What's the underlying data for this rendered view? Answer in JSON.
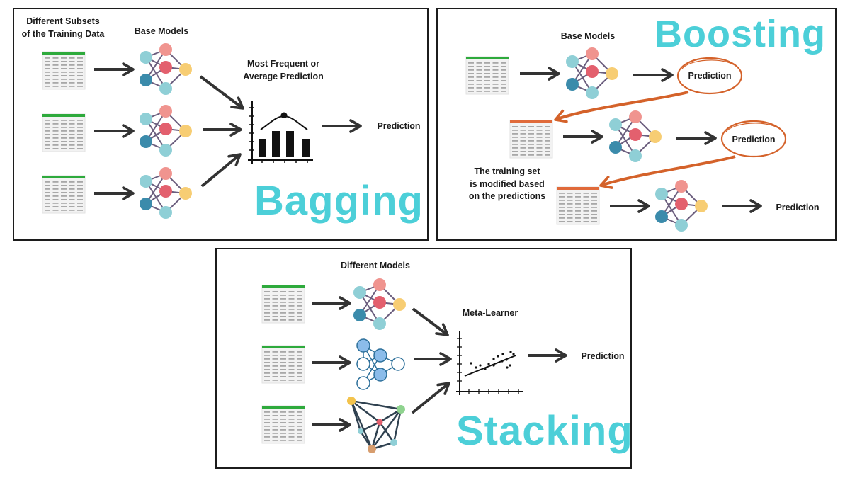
{
  "bagging": {
    "subsets_label_line1": "Different Subsets",
    "subsets_label_line2": "of the Training Data",
    "base_models_label": "Base Models",
    "aggregate_label_line1": "Most Frequent or",
    "aggregate_label_line2": "Average Prediction",
    "prediction_label": "Prediction",
    "title": "Bagging"
  },
  "boosting": {
    "base_models_label": "Base Models",
    "title": "Boosting",
    "prediction_1": "Prediction",
    "prediction_2": "Prediction",
    "prediction_final": "Prediction",
    "modified_note_line1": "The training set",
    "modified_note_line2": "is modified based",
    "modified_note_line3": "on the predictions"
  },
  "stacking": {
    "different_models_label": "Different Models",
    "meta_learner_label": "Meta-Learner",
    "prediction_label": "Prediction",
    "title": "Stacking"
  },
  "colors": {
    "title_cyan": "#4ccfd8",
    "table_header_green": "#2eaa3c",
    "table_header_orange": "#e06a3a",
    "boost_arrow_orange": "#d4622a",
    "node_pink": "#f0948f",
    "node_red": "#e3606e",
    "node_teal": "#8fcfd6",
    "node_blue": "#3b8bab",
    "node_yellow": "#f7cd73",
    "arrow_dark": "#333333"
  }
}
